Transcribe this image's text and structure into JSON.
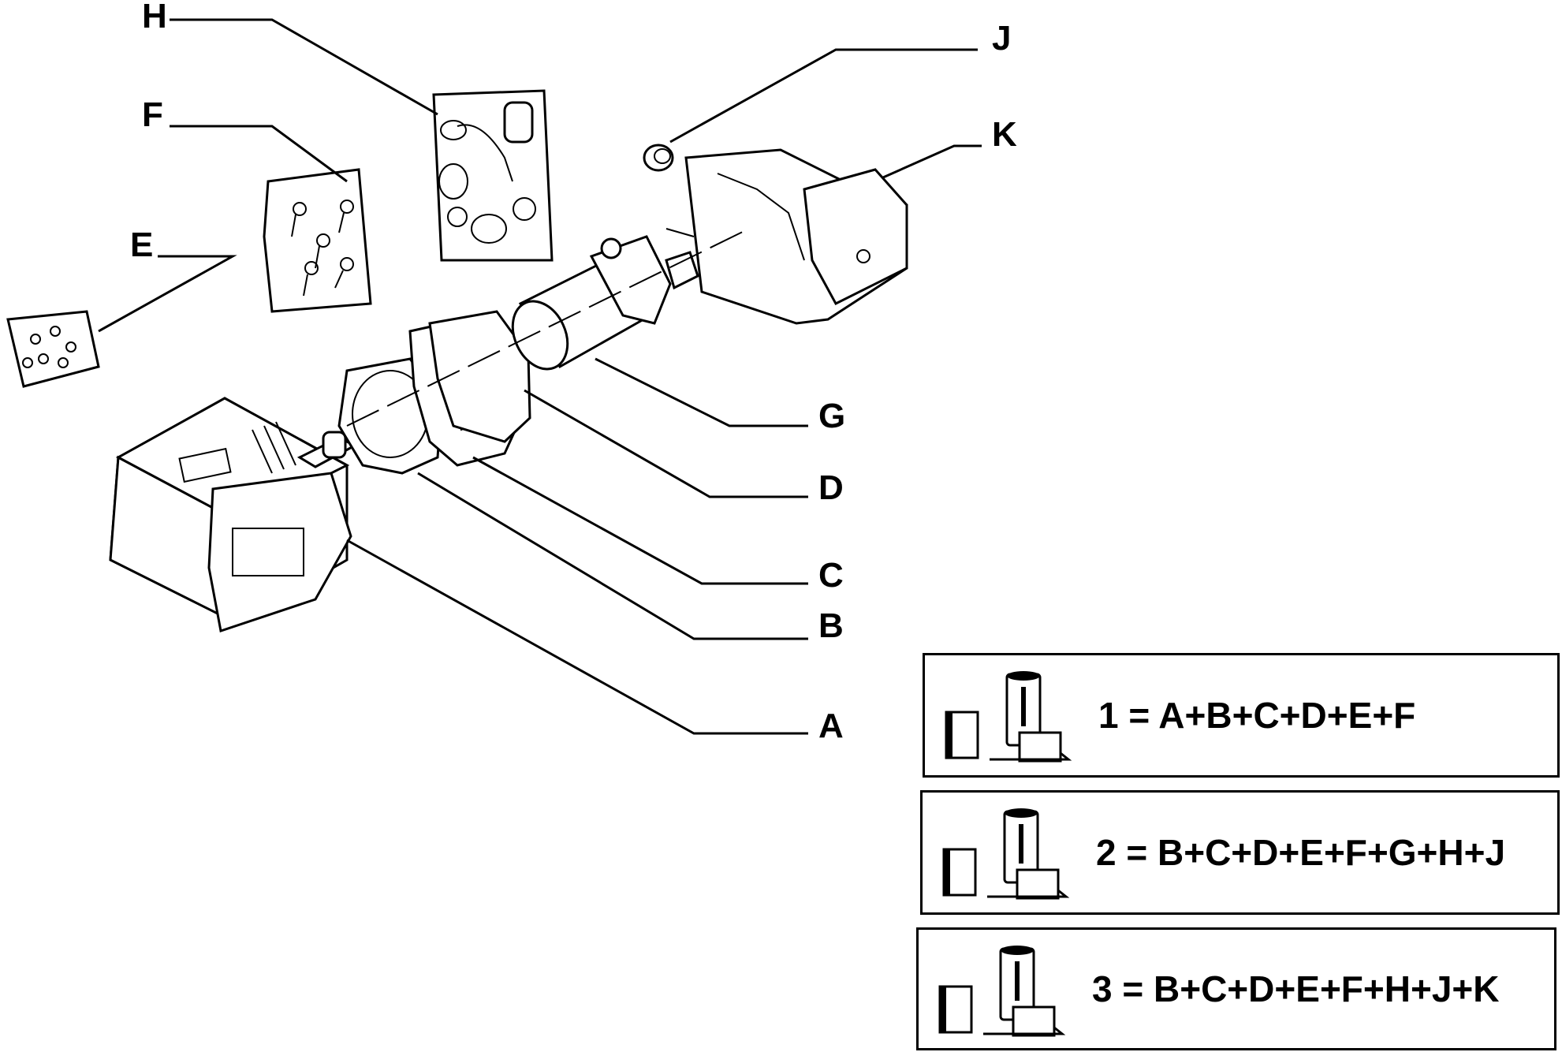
{
  "callouts": {
    "A": "A",
    "B": "B",
    "C": "C",
    "D": "D",
    "E": "E",
    "F": "F",
    "G": "G",
    "H": "H",
    "J": "J",
    "K": "K"
  },
  "kits": [
    {
      "icon": "parts-kit-icon",
      "formula": "1 = A+B+C+D+E+F"
    },
    {
      "icon": "parts-kit-icon",
      "formula": "2 = B+C+D+E+F+G+H+J"
    },
    {
      "icon": "parts-kit-icon",
      "formula": "3 = B+C+D+E+F+H+J+K"
    }
  ]
}
